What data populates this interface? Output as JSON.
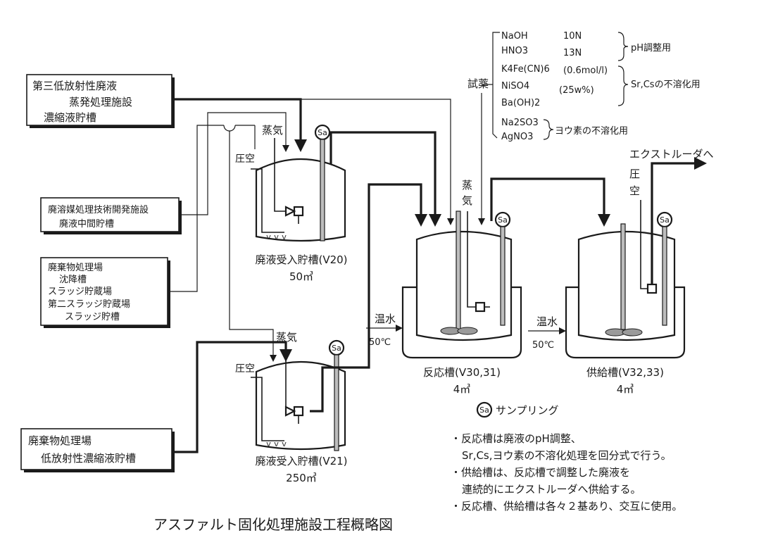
{
  "sources": {
    "evap": [
      "第三低放射性廃液",
      "蒸発処理施設",
      "濃縮液貯槽"
    ],
    "solvent": [
      "廃溶媒処理技術開発施設",
      "廃液中間貯槽"
    ],
    "waste": [
      "廃棄物処理場",
      "沈降槽",
      "スラッジ貯蔵場",
      "第二スラッジ貯蔵場",
      "スラッジ貯槽"
    ],
    "lowlevel": [
      "廃棄物処理場",
      "低放射性濃縮液貯槽"
    ]
  },
  "reagents": {
    "label": "試薬",
    "rows": [
      {
        "formula": "NaOH",
        "conc": "10N"
      },
      {
        "formula": "HNO3",
        "conc": "13N"
      },
      {
        "formula": "K4Fe(CN)6",
        "conc": "(0.6mol/l)"
      },
      {
        "formula": "NiSO4",
        "conc": "(25w%)"
      },
      {
        "formula": "Ba(OH)2",
        "conc": ""
      },
      {
        "formula": "Na2SO3",
        "conc": ""
      },
      {
        "formula": "AgNO3",
        "conc": ""
      }
    ],
    "groups": [
      "pH調整用",
      "Sr,Csの不溶化用",
      "ヨウ素の不溶化用"
    ]
  },
  "labels": {
    "steam": "蒸気",
    "air": "圧空",
    "air_v": [
      "圧",
      "空"
    ],
    "steam_v": [
      "蒸",
      "気"
    ],
    "warm_water": "温水",
    "temp": "50℃",
    "sa": "Sa",
    "extruder": "エクストルーダへ"
  },
  "tanks": {
    "v20": {
      "name": "廃液受入貯槽(V20)",
      "capacity": "50㎥"
    },
    "v21": {
      "name": "廃液受入貯槽(V21)",
      "capacity": "250㎥"
    },
    "reaction": {
      "name": "反応槽(V30,31)",
      "capacity": "4㎥"
    },
    "supply": {
      "name": "供給槽(V32,33)",
      "capacity": "4㎥"
    }
  },
  "legend": {
    "symbol": "Sa",
    "label": "サンプリング"
  },
  "notes": [
    "・反応槽は廃液のpH調整、",
    "Sr,Cs,ヨウ素の不溶化処理を回分式で行う。",
    "・供給槽は、反応槽で調整した廃液を",
    "連続的にエクストルーダへ供給する。",
    "・反応槽、供給槽は各々２基あり、交互に使用。"
  ],
  "title": "アスファルト固化処理施設工程概略図"
}
